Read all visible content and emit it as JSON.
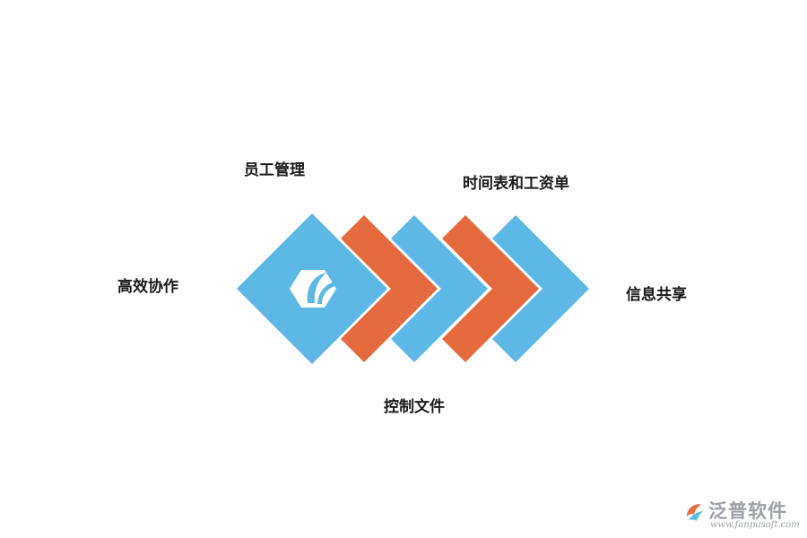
{
  "labels": {
    "staff_management": "员工管理",
    "timesheet_payroll": "时间表和工资单",
    "efficient_collaboration": "高效协作",
    "information_sharing": "信息共享",
    "control_documents": "控制文件"
  },
  "watermark": {
    "brand": "泛普软件",
    "url": "www.fanpusoft.com"
  },
  "colors": {
    "blue": "#5db8e5",
    "orange": "#e56b3e",
    "label_text": "#1a1a1a",
    "watermark_gray": "#9aa0a6"
  },
  "icons": {
    "center": "hexagon-leaf-logo-icon",
    "watermark": "fanpu-logo-icon"
  }
}
